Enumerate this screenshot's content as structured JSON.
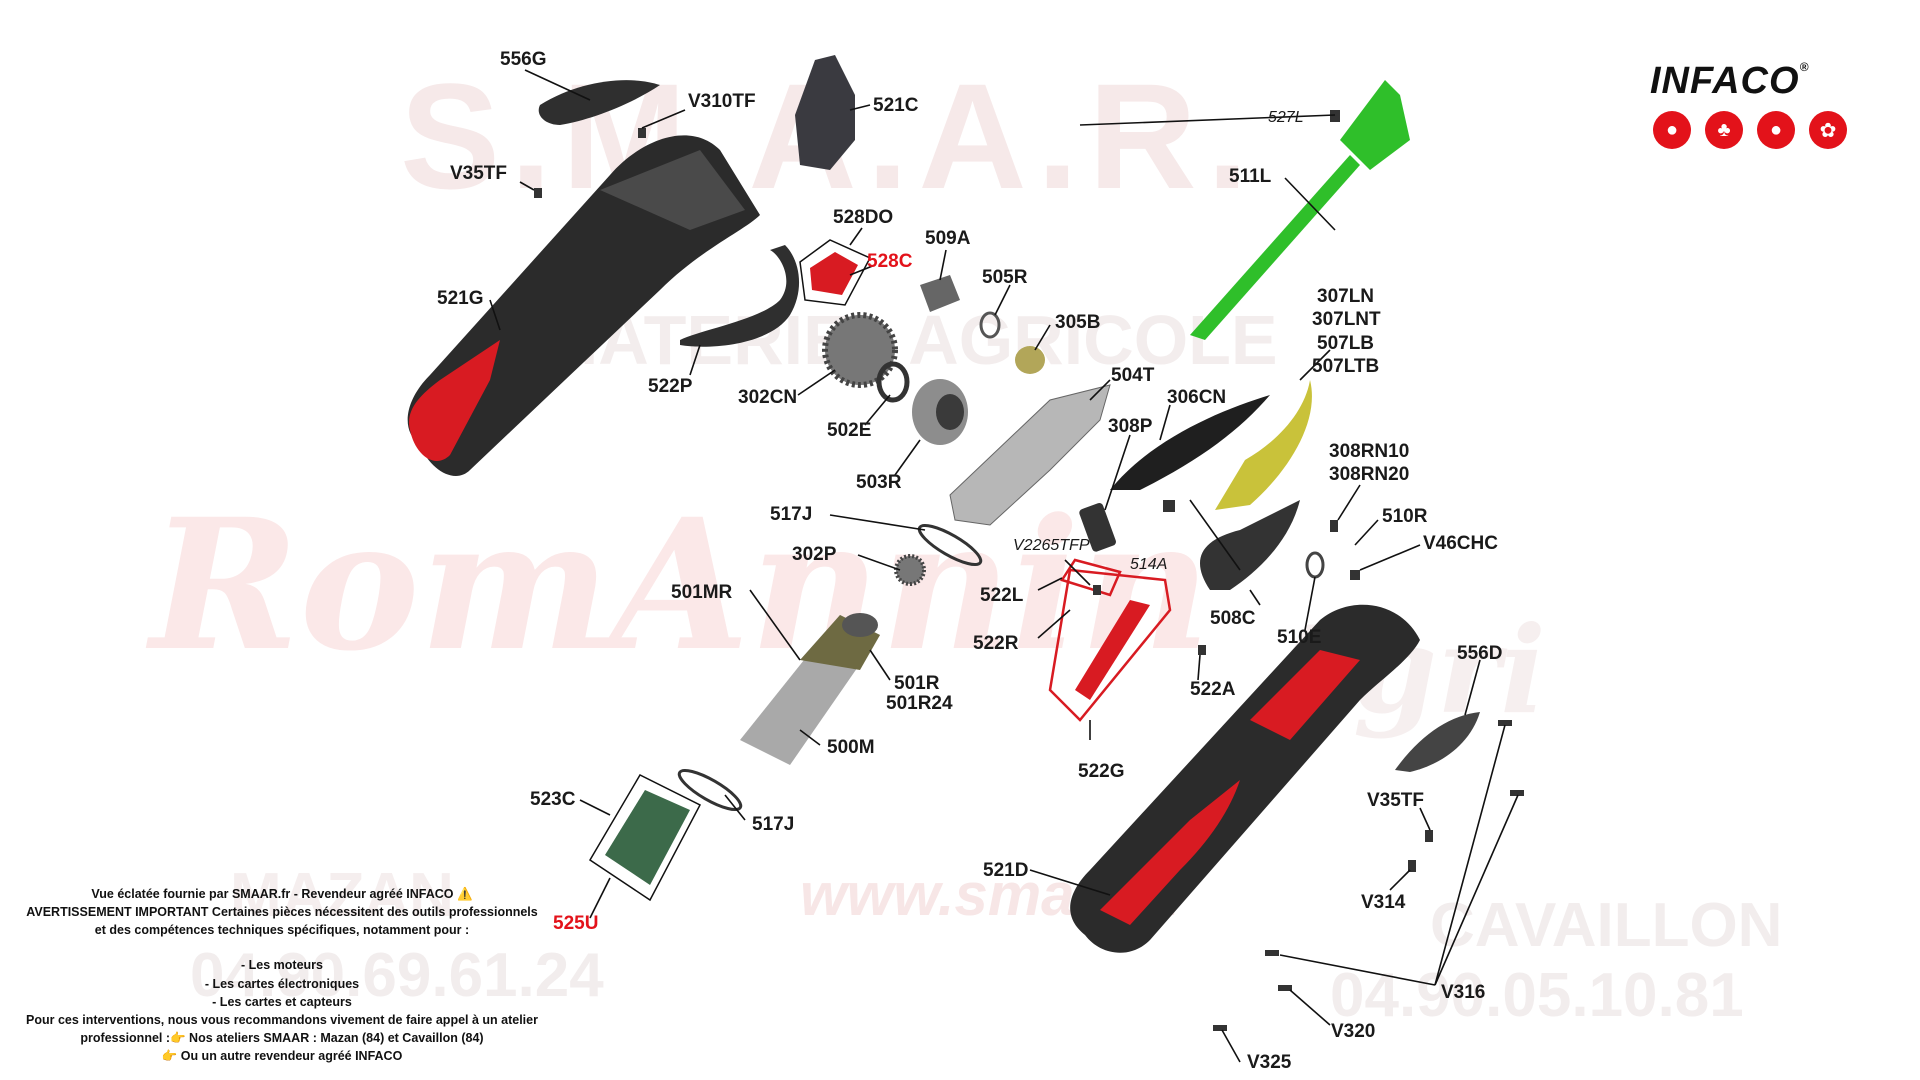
{
  "watermark": {
    "brand": "S.M.A.A.R.",
    "subtitle": "MATERIEL AGRICOLE",
    "script_name": "RomAnnin",
    "script_agri": "Agri",
    "website": "www.smaar.fr",
    "city_left": "MAZAN",
    "phone_left": "04.90.69.61.24",
    "city_right": "CAVAILLON",
    "phone_right": "04.90.05.10.81"
  },
  "brand_logo": {
    "name": "INFACO",
    "registered": "®",
    "icons": [
      "grape-icon",
      "fruit-tree-icon",
      "olive-icon",
      "leaf-icon"
    ]
  },
  "parts": [
    {
      "id": "556G",
      "color": "normal"
    },
    {
      "id": "V310TF",
      "color": "normal"
    },
    {
      "id": "521C",
      "color": "normal"
    },
    {
      "id": "V35TF",
      "color": "normal"
    },
    {
      "id": "528DO",
      "color": "normal"
    },
    {
      "id": "528C",
      "color": "red"
    },
    {
      "id": "509A",
      "color": "normal"
    },
    {
      "id": "505R",
      "color": "normal"
    },
    {
      "id": "305B",
      "color": "normal"
    },
    {
      "id": "521G",
      "color": "normal"
    },
    {
      "id": "522P",
      "color": "normal"
    },
    {
      "id": "302CN",
      "color": "normal"
    },
    {
      "id": "502E",
      "color": "normal"
    },
    {
      "id": "503R",
      "color": "normal"
    },
    {
      "id": "504T",
      "color": "normal"
    },
    {
      "id": "306CN",
      "color": "normal"
    },
    {
      "id": "308P",
      "color": "normal"
    },
    {
      "id": "527L",
      "color": "italic"
    },
    {
      "id": "511L",
      "color": "normal"
    },
    {
      "id": "307LN",
      "color": "normal"
    },
    {
      "id": "307LNT",
      "color": "normal"
    },
    {
      "id": "507LB",
      "color": "normal"
    },
    {
      "id": "507LTB",
      "color": "normal"
    },
    {
      "id": "308RN10",
      "color": "normal"
    },
    {
      "id": "308RN20",
      "color": "normal"
    },
    {
      "id": "510R",
      "color": "normal"
    },
    {
      "id": "V46CHC",
      "color": "normal"
    },
    {
      "id": "517J",
      "color": "normal"
    },
    {
      "id": "302P",
      "color": "normal"
    },
    {
      "id": "V2265TFP",
      "color": "italic"
    },
    {
      "id": "514A",
      "color": "italic"
    },
    {
      "id": "522L",
      "color": "normal"
    },
    {
      "id": "508C",
      "color": "normal"
    },
    {
      "id": "510E",
      "color": "normal"
    },
    {
      "id": "501MR",
      "color": "normal"
    },
    {
      "id": "522R",
      "color": "normal"
    },
    {
      "id": "501R",
      "color": "normal"
    },
    {
      "id": "501R24",
      "color": "normal"
    },
    {
      "id": "522A",
      "color": "normal"
    },
    {
      "id": "556D",
      "color": "normal"
    },
    {
      "id": "500M",
      "color": "normal"
    },
    {
      "id": "522G",
      "color": "normal"
    },
    {
      "id": "523C",
      "color": "normal"
    },
    {
      "id": "517J",
      "color": "normal"
    },
    {
      "id": "V35TF",
      "color": "normal"
    },
    {
      "id": "521D",
      "color": "normal"
    },
    {
      "id": "V314",
      "color": "normal"
    },
    {
      "id": "525U",
      "color": "red"
    },
    {
      "id": "V316",
      "color": "normal"
    },
    {
      "id": "V320",
      "color": "normal"
    },
    {
      "id": "V325",
      "color": "normal"
    }
  ],
  "notice": {
    "line1": "Vue éclatée fournie par SMAAR.fr - Revendeur agréé INFACO ⚠️",
    "line2": "AVERTISSEMENT IMPORTANT Certaines pièces nécessitent des outils professionnels et des compétences techniques spécifiques, notamment pour :",
    "item1": "- Les moteurs",
    "item2": "- Les cartes électroniques",
    "item3": "- Les cartes et capteurs",
    "line3": "Pour ces interventions,  nous vous recommandons vivement de faire appel à un atelier professionnel :👉 Nos ateliers SMAAR : Mazan (84) et Cavaillon (84)",
    "line4": "👉 Ou un autre revendeur agréé INFACO"
  },
  "colors": {
    "accent_red": "#e3121a",
    "body_dark": "#2a2a2a",
    "arm_green": "#2fbf2a",
    "blade_yellow": "#c9c23a",
    "motor_olive": "#6e6a42",
    "motor_silver": "#a9a9a9"
  }
}
